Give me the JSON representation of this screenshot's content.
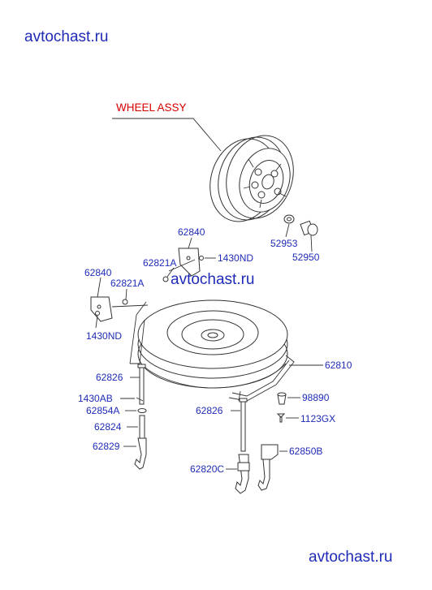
{
  "watermark": "avtochast.ru",
  "title": "WHEEL ASSY",
  "parts": {
    "p52953": "52953",
    "p52950": "52950",
    "p62840a": "62840",
    "p62821Aa": "62821A",
    "p1430NDa": "1430ND",
    "p62840b": "62840",
    "p62821Ab": "62821A",
    "p1430NDb": "1430ND",
    "p62810": "62810",
    "p62826a": "62826",
    "p98890": "98890",
    "p1430AB": "1430AB",
    "p62854A": "62854A",
    "p62826b": "62826",
    "p1123GX": "1123GX",
    "p62824": "62824",
    "p62829": "62829",
    "p62850B": "62850B",
    "p62820C": "62820C"
  },
  "colors": {
    "label": "#1f2bb8",
    "title": "#d40000",
    "line": "#333333"
  }
}
